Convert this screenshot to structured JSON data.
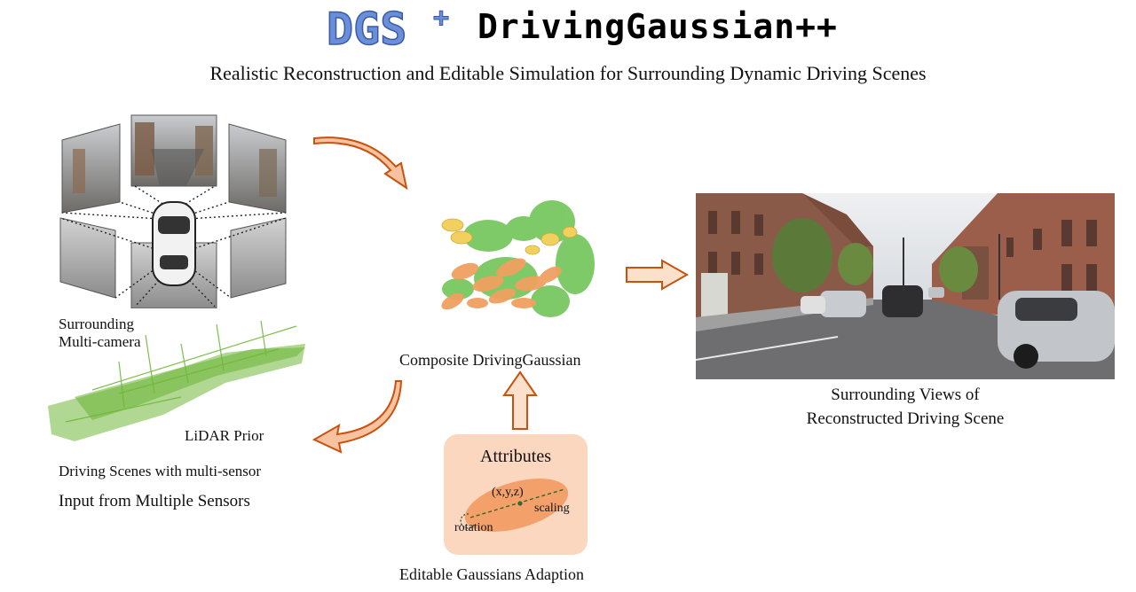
{
  "header": {
    "logo_text": "DGS",
    "logo_sup": "+",
    "title": "DrivingGaussian++",
    "subtitle": "Realistic Reconstruction and Editable Simulation for Surrounding Dynamic Driving Scenes"
  },
  "input_panel": {
    "multicam_label_line1": "Surrounding",
    "multicam_label_line2": "Multi-camera",
    "lidar_label": "LiDAR Prior",
    "scene_caption": "Driving Scenes with multi-sensor",
    "section_title": "Input from Multiple Sensors"
  },
  "center": {
    "composite_label": "Composite DrivingGaussian",
    "attributes_title": "Attributes",
    "attr_xyz": "(x,y,z)",
    "attr_scaling": "scaling",
    "attr_rotation": "rotation",
    "editable_caption": "Editable Gaussians Adaption"
  },
  "output": {
    "caption_line1": "Surrounding Views of",
    "caption_line2": "Reconstructed Driving Scene"
  },
  "colors": {
    "logo_blue": "#6a8fd8",
    "arrow_orange": "#c8520e",
    "gaussian_green": "#78c860",
    "gaussian_orange": "#f0a060",
    "gaussian_yellow": "#f2d060",
    "lidar_green": "#6fb83a",
    "attr_box_bg": "#fbd7bf",
    "attr_ellipse": "#f4a06a"
  }
}
